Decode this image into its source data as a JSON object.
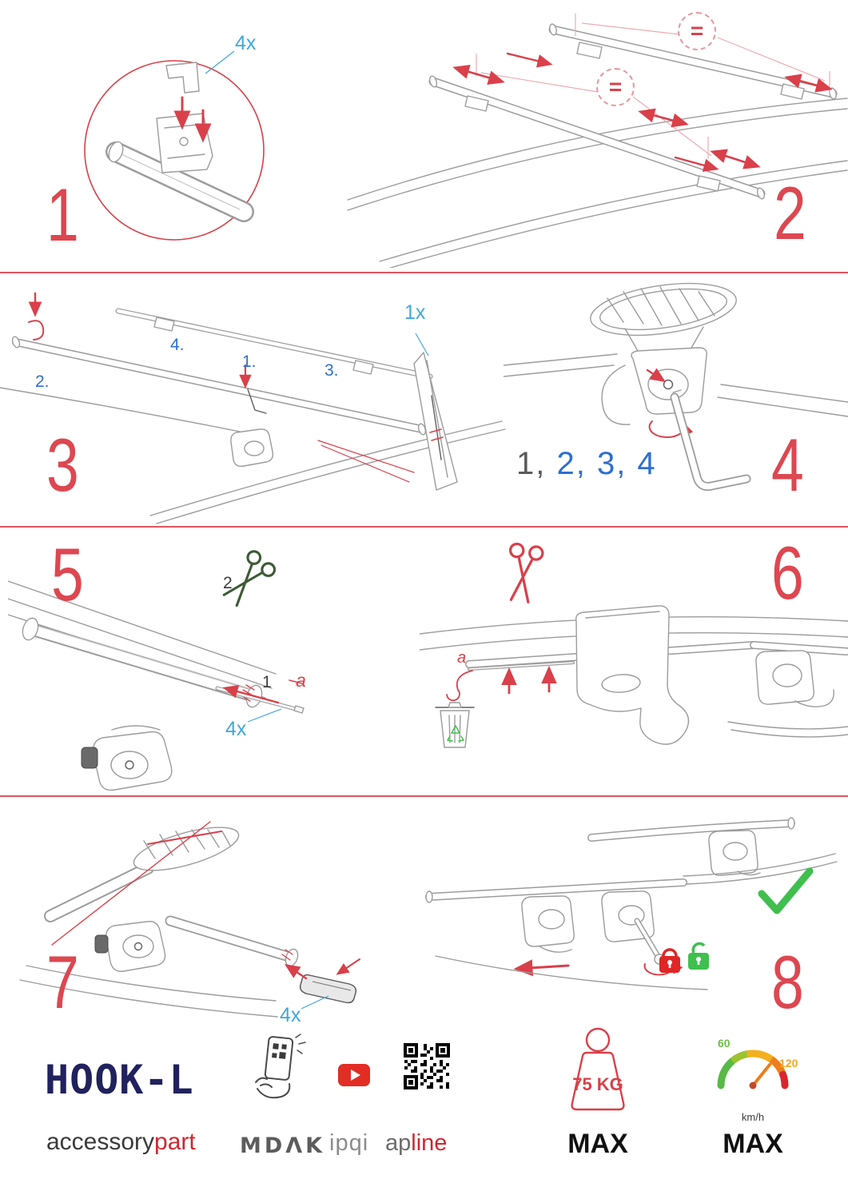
{
  "palette": {
    "accent_red": "#d9404a",
    "separator_red": "#e0545e",
    "label_cyan": "#41a8da",
    "label_blue": "#2e6fd0",
    "drawing_gray": "#9c9c9c",
    "green_ok": "#3fbf4e",
    "lock_red": "#e02626",
    "navy_product": "#20215e",
    "brand_red": "#cf2730",
    "youtube_red": "#e22d24",
    "gauge_orange": "#ef7d1a"
  },
  "steps": {
    "one": {
      "num": "1",
      "qty": "4x"
    },
    "two": {
      "num": "2",
      "eq": "="
    },
    "three": {
      "num": "3",
      "qty": "1x",
      "subs": [
        "1.",
        "2.",
        "3.",
        "4."
      ]
    },
    "four": {
      "num": "4",
      "seq_gray": "1,",
      "seq_blue": "2, 3, 4"
    },
    "five": {
      "num": "5",
      "tag_scissors": "2",
      "tag_strip": "1",
      "tag_a": "a",
      "qty": "4x"
    },
    "six": {
      "num": "6",
      "tag_a": "a"
    },
    "seven": {
      "num": "7",
      "qty": "4x"
    },
    "eight": {
      "num": "8"
    }
  },
  "footer": {
    "product": "HOOK-L",
    "brand": {
      "gray": "accessory",
      "red": "part"
    },
    "logos": {
      "mdak": "MDΛK",
      "ipqi": "ipqi",
      "ap": "ap",
      "line": "line"
    },
    "weight": {
      "value": "75 KG",
      "max": "MAX"
    },
    "speed": {
      "low": "60",
      "high": "120",
      "unit": "km/h",
      "max": "MAX"
    }
  },
  "icons": {
    "scissors-icon": "crossed-blades-with-handle-rings",
    "trash-icon": "waste-bin-with-recycle-arrows",
    "check-icon": "green-checkmark",
    "lock-closed-icon": "red-closed-padlock",
    "lock-open-icon": "green-open-padlock",
    "youtube-icon": "red-play-button",
    "qr-icon": "qr-code",
    "phone-qr-icon": "hand-holding-phone-scanning-qr",
    "weight-icon": "kettlebell-outline",
    "speedometer-icon": "color-gauge-with-needle",
    "equal-icon": "equals-in-dashed-circle",
    "arrow-icon": "red-direction-arrow"
  }
}
